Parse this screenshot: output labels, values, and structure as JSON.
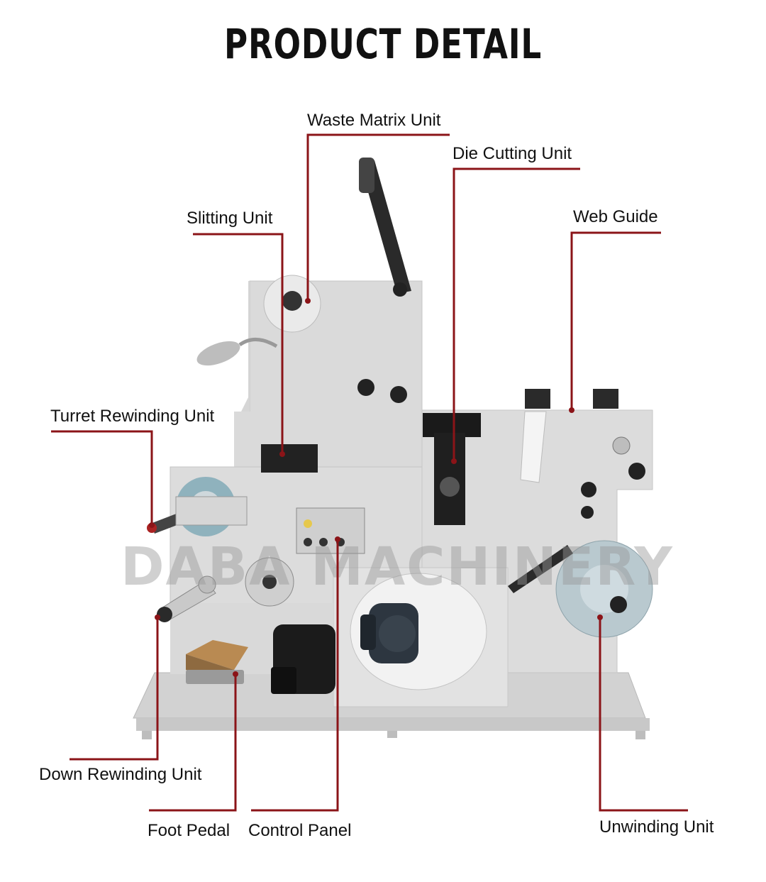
{
  "title": "PRODUCT DETAIL",
  "watermark": "DABA MACHINERY",
  "colors": {
    "leader": "#8b1418",
    "machine_body": "#d9d9d9",
    "machine_dark": "#1c1c1c"
  },
  "labels": {
    "waste_matrix": "Waste Matrix Unit",
    "die_cutting": "Die Cutting Unit",
    "slitting": "Slitting Unit",
    "web_guide": "Web Guide",
    "turret_rewinding": "Turret Rewinding Unit",
    "down_rewinding": "Down Rewinding Unit",
    "foot_pedal": "Foot Pedal",
    "control_panel": "Control Panel",
    "unwinding": "Unwinding Unit"
  }
}
